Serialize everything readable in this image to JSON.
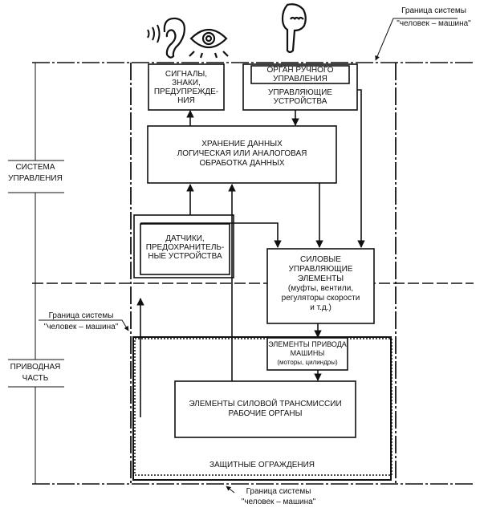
{
  "icons": {
    "sound": "sound-waves-icon",
    "ear": "ear-icon",
    "eye": "eye-icon",
    "hand": "pointing-hand-icon"
  },
  "boundary_label": {
    "line1": "Граница системы",
    "line2": "\"человек – машина\""
  },
  "left_labels": {
    "control_system": [
      "СИСТЕМА",
      "УПРАВЛЕНИЯ"
    ],
    "drive_part": [
      "ПРИВОДНАЯ",
      "ЧАСТЬ"
    ]
  },
  "blocks": {
    "signals": [
      "СИГНАЛЫ,",
      "ЗНАКИ,",
      "ПРЕДУПРЕЖДЕ-",
      "НИЯ"
    ],
    "manual_control": [
      "ОРГАН РУЧНОГО",
      "УПРАВЛЕНИЯ"
    ],
    "control_devices": [
      "УПРАВЛЯЮЩИЕ",
      "УСТРОЙСТВА"
    ],
    "data_processing": [
      "ХРАНЕНИЕ ДАННЫХ",
      "ЛОГИЧЕСКАЯ ИЛИ АНАЛОГОВАЯ",
      "ОБРАБОТКА ДАННЫХ"
    ],
    "sensors": [
      "ДАТЧИКИ,",
      "ПРЕДОХРАНИТЕЛЬ-",
      "НЫЕ УСТРОЙСТВА"
    ],
    "power_control": [
      "СИЛОВЫЕ",
      "УПРАВЛЯЮЩИЕ",
      "ЭЛЕМЕНТЫ",
      "(муфты, вентили,",
      "регуляторы скорости",
      "и т.д.)"
    ],
    "drive_elements": [
      "ЭЛЕМЕНТЫ ПРИВОДА",
      "МАШИНЫ",
      "(моторы, цилиндры)"
    ],
    "transmission": [
      "ЭЛЕМЕНТЫ СИЛОВОЙ ТРАНСМИССИИ",
      "РАБОЧИЕ ОРГАНЫ"
    ],
    "guards": "ЗАЩИТНЫЕ ОГРАЖДЕНИЯ"
  }
}
